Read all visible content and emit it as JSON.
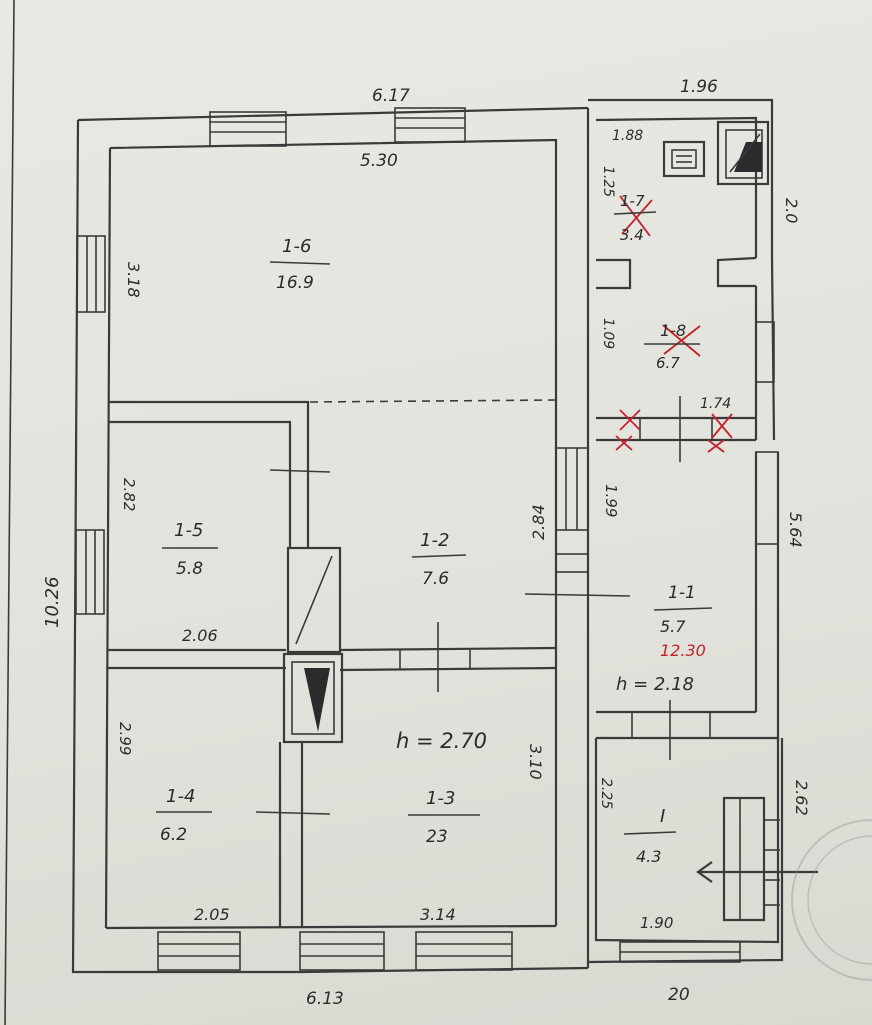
{
  "dimensions": {
    "top_outer": "6.17",
    "top_inner": "5.30",
    "top_right": "1.96",
    "small_top_right": "1.88",
    "left_upper": "3.18",
    "left_overall": "10.26",
    "left_mid": "2.82",
    "left_lower": "2.99",
    "bottom_left": "6.13",
    "bottom_right": "20",
    "right_upper": "2.0",
    "right_mid": "5.64",
    "right_lower": "2.62",
    "center_vertical": "2.84",
    "inner_horizontal": "2.06",
    "room_1_5_bottom": "2.05",
    "room_1_3_bottom": "3.14",
    "room_1_3_right": "3.10",
    "annex_inner_vertical": "1.99",
    "annex_small": "1.74",
    "annex_left_top": "1.25",
    "annex_mid_left": "1.09",
    "veranda_left": "2.25",
    "veranda_bottom": "1.90"
  },
  "rooms": [
    {
      "id": "1-6",
      "area": "16.9"
    },
    {
      "id": "1-5",
      "area": "5.8"
    },
    {
      "id": "1-2",
      "area": "7.6"
    },
    {
      "id": "1-4",
      "area": "6.2"
    },
    {
      "id": "1-3",
      "area": "23"
    },
    {
      "id": "1-7",
      "area": "3.4"
    },
    {
      "id": "1-8",
      "area": "6.7"
    },
    {
      "id": "1-1",
      "area": "5.7"
    },
    {
      "id": "I",
      "area": "4.3"
    }
  ],
  "notes": {
    "ceiling_main": "h = 2.70",
    "ceiling_annex": "h = 2.18",
    "red_area": "12.30"
  },
  "colors": {
    "pencil": "#2b2b2b",
    "red_ink": "#c8202a",
    "paper": "#e4e4df"
  }
}
